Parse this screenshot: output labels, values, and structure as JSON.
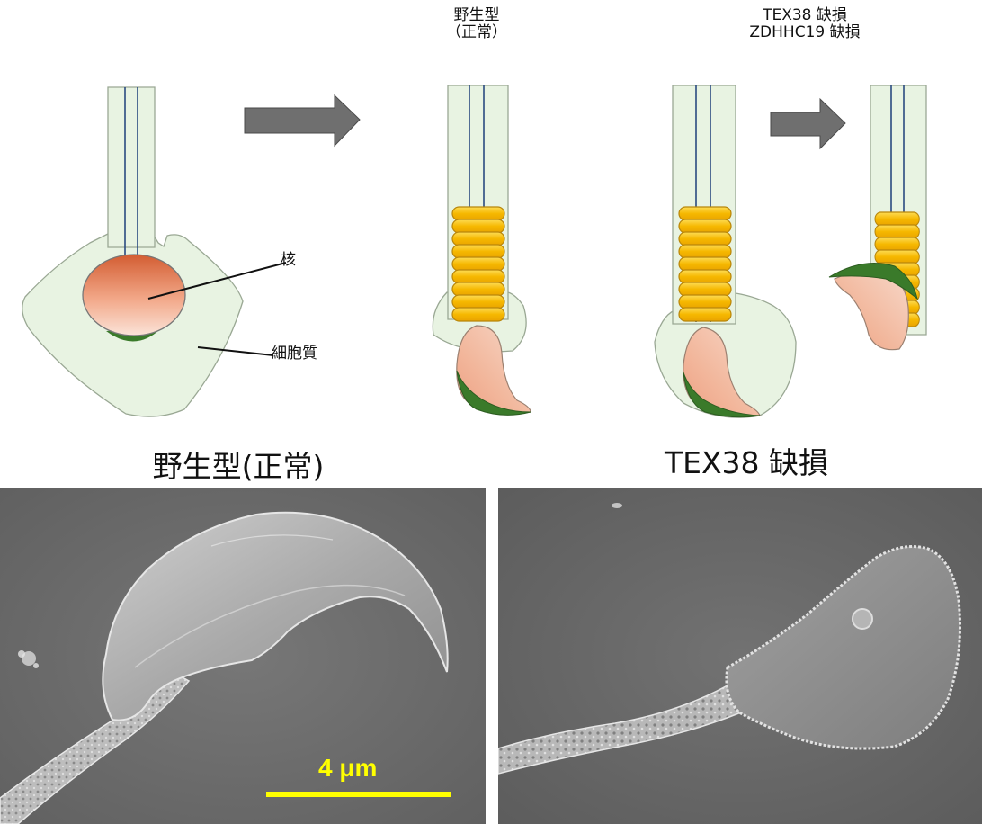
{
  "labels": {
    "nucleus": "核",
    "cytoplasm": "細胞質",
    "wildtype_small_line1": "野生型",
    "wildtype_small_line2": "（正常）",
    "deficient_small_line1": "TEX38 缺損",
    "deficient_small_line2": "ZDHHC19 缺損",
    "wildtype_big": "野生型(正常)",
    "deficient_big": "TEX38 缺損"
  },
  "scale_bar": {
    "label": "4 μm"
  },
  "colors": {
    "cytoplasm_fill": "#e8f3e2",
    "tail_fill": "#e8f3e2",
    "axoneme_line": "#2b4a80",
    "nucleus_top": "#d35d32",
    "nucleus_bottom": "#fbe3d8",
    "acrosome_green": "#3a7a2a",
    "mitochondria_fill": "#f8c21a",
    "mitochondria_stroke": "#b8860b",
    "arrow_fill": "#6f6f6f",
    "sem_background": "#6e6e6e",
    "scale_bar_color": "#ffff00"
  }
}
